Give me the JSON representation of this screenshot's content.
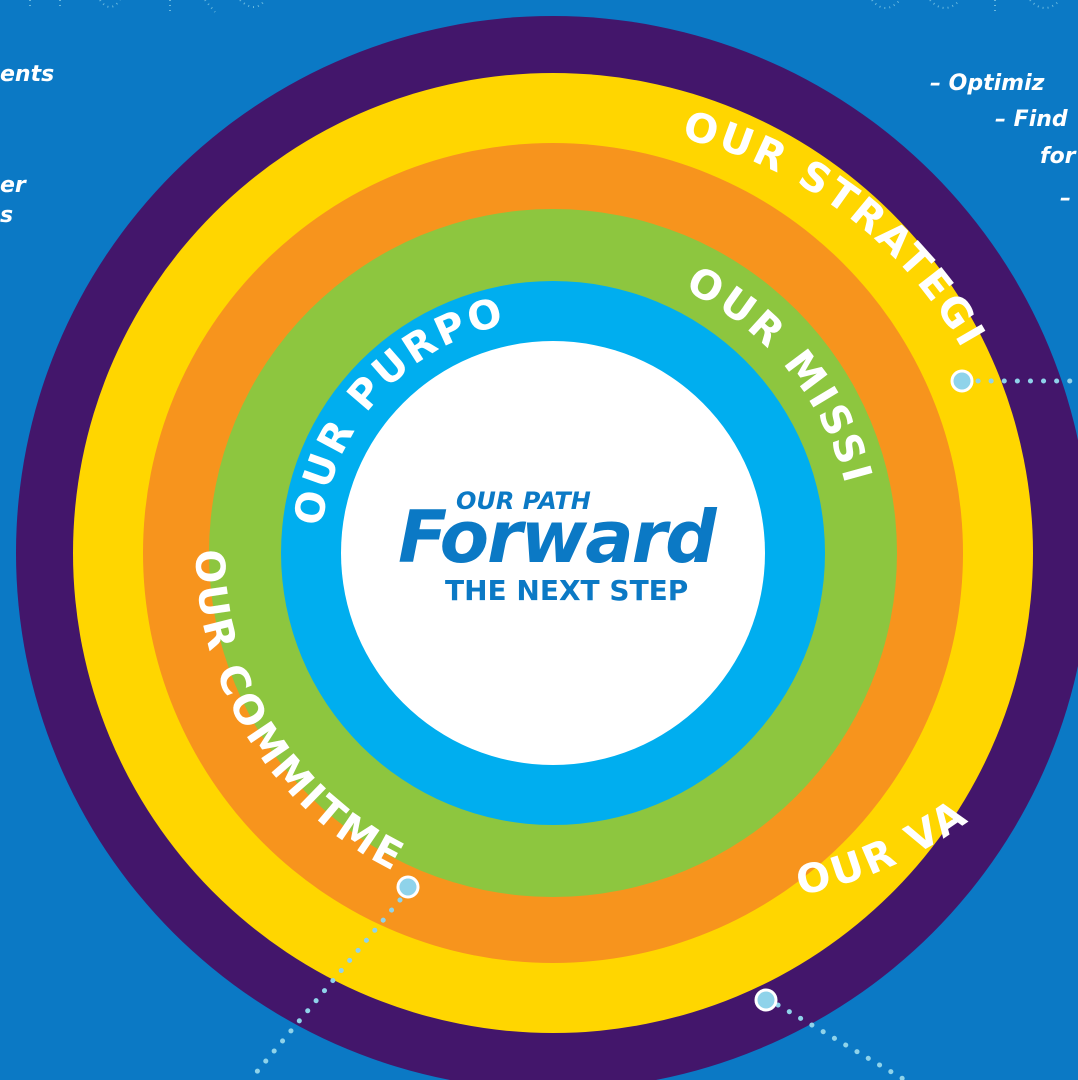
{
  "colors": {
    "background": "#0b79c5",
    "values_ring": "#43166b",
    "strategies_ring": "#ffd600",
    "commitments_ring": "#f7941d",
    "mission_ring": "#8dc63f",
    "purpose_ring": "#00aeef",
    "core": "#ffffff",
    "brand_blue": "#0b79c5",
    "connector_dot": "#8fd3ea"
  },
  "center": {
    "tagline": "OUR PATH",
    "title": "Forward",
    "subtitle": "THE NEXT STEP"
  },
  "rings": {
    "values": "OUR VALUES",
    "strategies": "OUR STRATEGIES",
    "commitments": "OUR COMMITMENTS",
    "mission": "OUR MISSION",
    "purpose": "OUR PURPOSE"
  },
  "left_partial_text": [
    "ents",
    "er",
    "s"
  ],
  "right_partial_text": [
    "– Optimiz",
    "– Find",
    "for",
    "–"
  ]
}
